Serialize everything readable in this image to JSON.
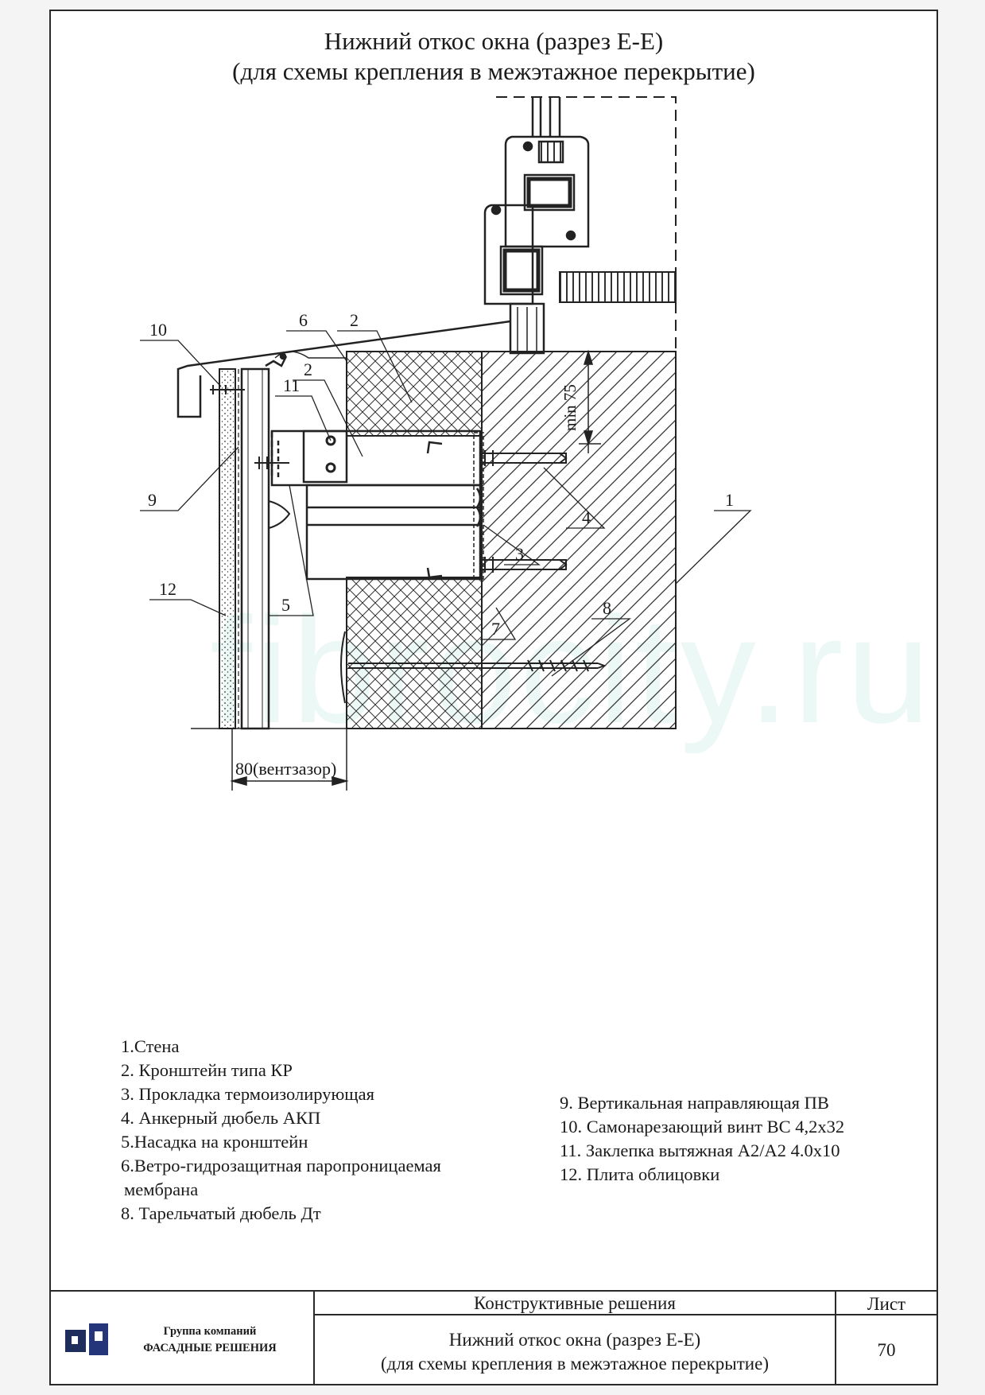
{
  "title": {
    "line1": "Нижний откос окна (разрез Е-Е)",
    "line2": "(для схемы крепления в межэтажное перекрытие)"
  },
  "watermark": "fibrocity.ru",
  "callouts": [
    "10",
    "6",
    "2",
    "2",
    "11",
    "9",
    "1",
    "4",
    "3",
    "5",
    "12",
    "8",
    "7"
  ],
  "dimensions": {
    "vertical": "min 75",
    "ventgap": "80(вентзазор)"
  },
  "legend_left": [
    "1.Стена",
    "2. Кронштейн типа КР",
    "3. Прокладка термоизолирующая",
    "4. Анкерный дюбель АКП",
    "5.Насадка на кронштейн",
    "6.Ветро-гидрозащитная паропроницаемая",
    " мембрана",
    "8. Тарельчатый дюбель Дт"
  ],
  "legend_right": [
    "9. Вертикальная направляющая ПВ",
    "10. Самонарезающий  винт ВС 4,2х32",
    "11. Заклепка вытяжная А2/А2 4.0х10",
    "12. Плита облицовки"
  ],
  "stamp": {
    "company_line1": "Группа компаний",
    "company_line2": "ФАСАДНЫЕ РЕШЕНИЯ",
    "header": "Конструктивные решения",
    "sheet_label": "Лист",
    "title_line1": "Нижний откос окна (разрез Е-Е)",
    "title_line2": "(для схемы крепления в межэтажное перекрытие)",
    "sheet_number": "70"
  }
}
